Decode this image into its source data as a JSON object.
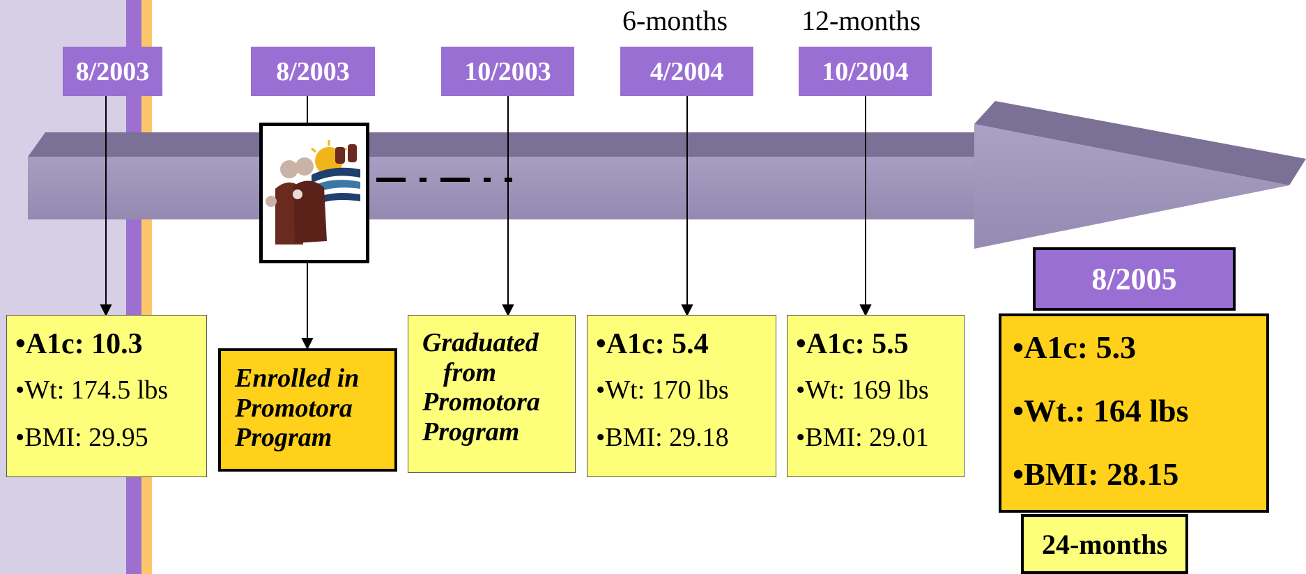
{
  "milestones": [
    {
      "date": "8/2003",
      "label": "",
      "lines": [
        "A1c:  10.3",
        "Wt: 174.5 lbs",
        "BMI:  29.95"
      ]
    },
    {
      "date": "8/2003",
      "label": "",
      "text": [
        "Enrolled in",
        "Promotora",
        "Program"
      ]
    },
    {
      "date": "10/2003",
      "label": "",
      "text": [
        "Graduated",
        "from",
        "Promotora",
        "Program"
      ]
    },
    {
      "date": "4/2004",
      "label": "6-months",
      "lines": [
        "A1c:  5.4",
        "Wt: 170 lbs",
        "BMI:  29.18"
      ]
    },
    {
      "date": "10/2004",
      "label": "12-months",
      "lines": [
        "A1c:  5.5",
        "Wt: 169 lbs",
        "BMI:  29.01"
      ]
    }
  ],
  "final": {
    "date": "8/2005",
    "label": "24-months",
    "lines": [
      "A1c: 5.3",
      "Wt.: 164 lbs",
      "BMI: 28.15"
    ]
  },
  "bullet": "•",
  "icon": "promotora-group-icon",
  "colors": {
    "date_tag": "#9a6fd3",
    "info_box": "#fdff7a",
    "enrolled_box": "#ffd11a",
    "final_box": "#ffd11a",
    "arrow": "#9a90b6",
    "side_bar": "#d7cfe6"
  }
}
